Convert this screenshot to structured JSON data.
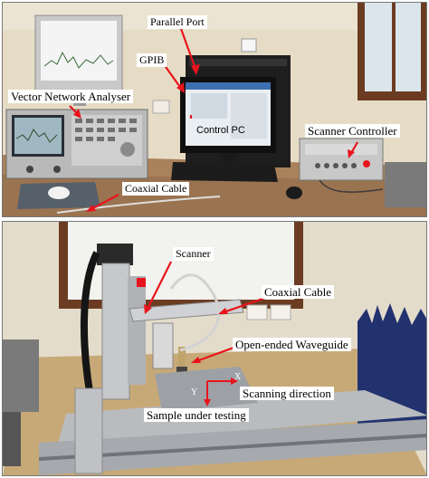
{
  "top_photo": {
    "labels": {
      "parallel_port": "Parallel Port",
      "gpib": "GPIB",
      "vna": "Vector Network Analyser",
      "control_pc": "Control PC",
      "scanner_controller": "Scanner Controller",
      "coaxial_cable": "Coaxial Cable"
    }
  },
  "bottom_photo": {
    "labels": {
      "scanner": "Scanner",
      "coaxial_cable": "Coaxial Cable",
      "open_ended_waveguide": "Open-ended Waveguide",
      "axis_y": "Y",
      "axis_x": "X",
      "scanning_direction": "Scanning direction",
      "sample": "Sample under testing"
    }
  },
  "colors": {
    "arrow": "#e8141c",
    "label_background": "#ffffff"
  }
}
